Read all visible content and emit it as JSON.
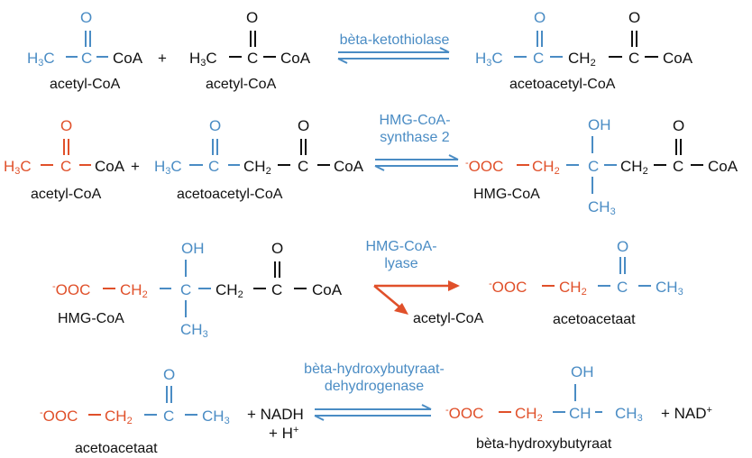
{
  "colors": {
    "blue": "#4a8cc4",
    "red": "#e0502a",
    "black": "#111111"
  },
  "reactions": [
    {
      "enzyme": [
        "bèta-ketothiolase"
      ],
      "arrow": "equilibrium",
      "reactant1": {
        "name": "acetyl-CoA"
      },
      "reactant2": {
        "name": "acetyl-CoA"
      },
      "product": {
        "name": "acetoacetyl-CoA"
      }
    },
    {
      "enzyme": [
        "HMG-CoA-",
        "synthase 2"
      ],
      "arrow": "equilibrium",
      "reactant1": {
        "name": "acetyl-CoA"
      },
      "reactant2": {
        "name": "acetoacetyl-CoA"
      },
      "product": {
        "name": "HMG-CoA"
      }
    },
    {
      "enzyme": [
        "HMG-CoA-",
        "lyase"
      ],
      "arrow": "irreversible-split",
      "reactant1": {
        "name": "HMG-CoA"
      },
      "side_product": {
        "name": "acetyl-CoA"
      },
      "product": {
        "name": "acetoacetaat"
      }
    },
    {
      "enzyme": [
        "bèta-hydroxybutyraat-",
        "dehydrogenase"
      ],
      "arrow": "equilibrium",
      "reactant1": {
        "name": "acetoacetaat"
      },
      "cofactor_in": [
        "+ NADH",
        "+  H"
      ],
      "product": {
        "name": "bèta-hydroxybutyraat"
      },
      "cofactor_out": "+ NAD"
    }
  ],
  "atoms": {
    "O": "O",
    "C": "C",
    "H3C": "H",
    "CoA": "CoA",
    "CH": "CH",
    "CH2": "CH",
    "CH3": "CH",
    "OOC": "OOC",
    "OH": "OH",
    "plus": "+",
    "sub2": "2",
    "sub3": "3",
    "minus": "-",
    "plus_sup": "+"
  }
}
